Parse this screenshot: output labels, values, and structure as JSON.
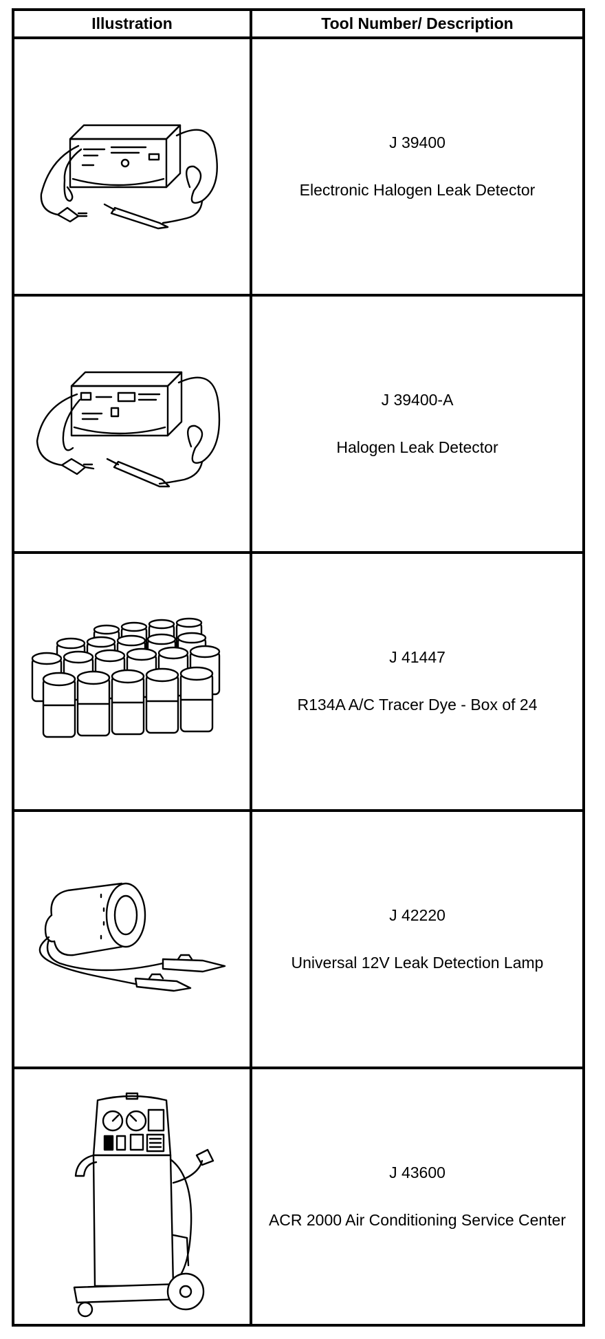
{
  "table": {
    "headers": {
      "illustration": "Illustration",
      "tool": "Tool Number/ Description"
    },
    "rows": [
      {
        "number": "J 39400",
        "description": "Electronic Halogen Leak Detector",
        "icon": "halogen-leak-detector-icon"
      },
      {
        "number": "J 39400-A",
        "description": "Halogen Leak Detector",
        "icon": "halogen-leak-detector-a-icon"
      },
      {
        "number": "J 41447",
        "description": "R134A A/C Tracer Dye - Box of 24",
        "icon": "tracer-dye-box-icon"
      },
      {
        "number": "J 42220",
        "description": "Universal 12V Leak Detection Lamp",
        "icon": "leak-detection-lamp-icon"
      },
      {
        "number": "J 43600",
        "description": "ACR 2000 Air Conditioning Service Center",
        "icon": "service-center-cart-icon"
      }
    ]
  }
}
